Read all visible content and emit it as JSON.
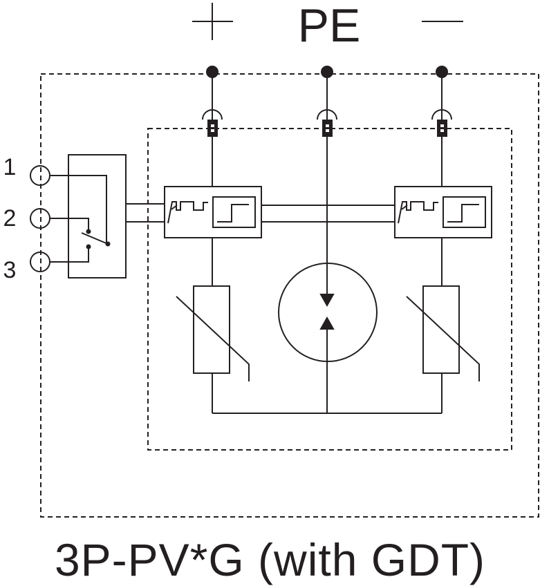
{
  "terminals": {
    "plus": "+",
    "pe": "PE",
    "minus": "—"
  },
  "signal_contacts": {
    "c1": "1",
    "c2": "2",
    "c3": "3"
  },
  "caption": "3P-PV*G (with GDT)",
  "colors": {
    "line": "#231f20",
    "background": "#ffffff"
  }
}
